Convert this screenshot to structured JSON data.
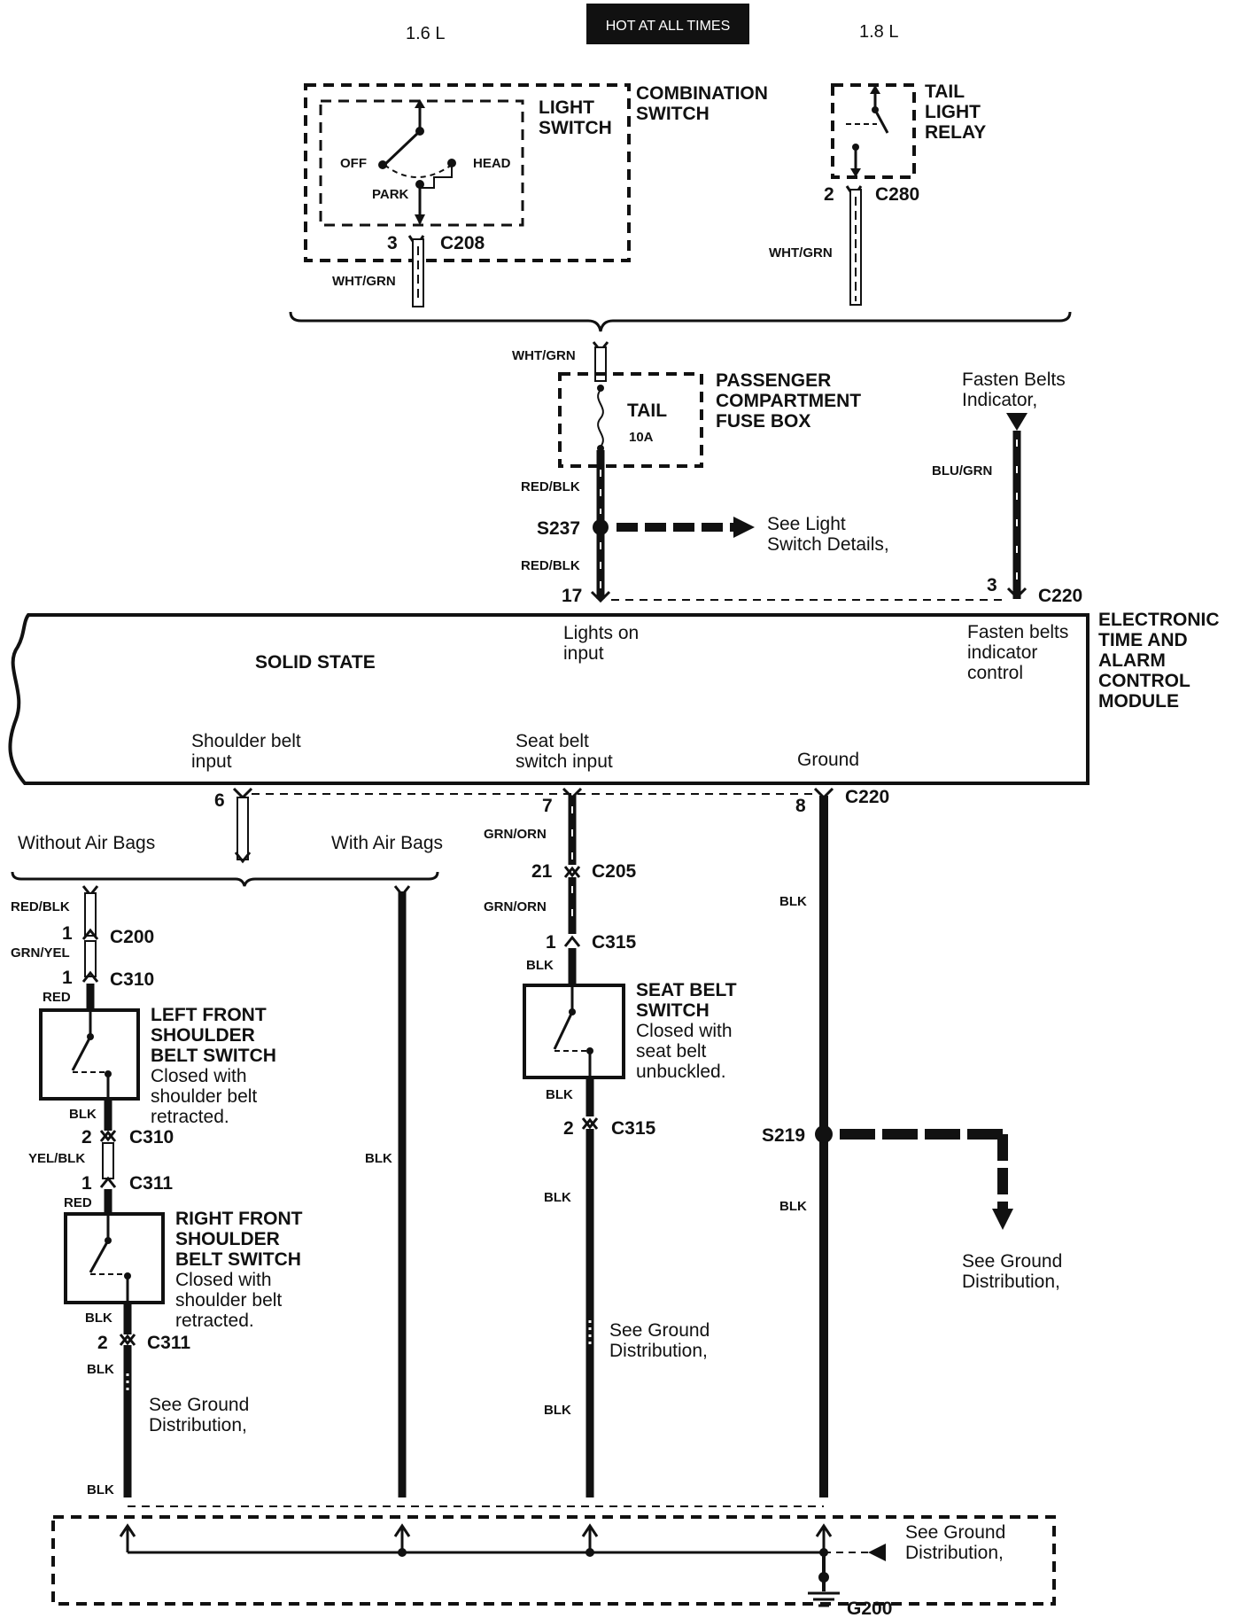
{
  "header": {
    "hot_label": "HOT AT ALL TIMES",
    "variant_left": "1.6 L",
    "variant_right": "1.8 L"
  },
  "combination_switch": {
    "title_line1": "COMBINATION",
    "title_line2": "SWITCH",
    "light_switch_line1": "LIGHT",
    "light_switch_line2": "SWITCH",
    "pos_off": "OFF",
    "pos_head": "HEAD",
    "pos_park": "PARK",
    "pin": "3",
    "connector": "C208",
    "wire_color": "WHT/GRN"
  },
  "tail_light_relay": {
    "title_line1": "TAIL",
    "title_line2": "LIGHT",
    "title_line3": "RELAY",
    "pin": "2",
    "connector": "C280",
    "wire_color": "WHT/GRN"
  },
  "fuse_box": {
    "input_wire": "WHT/GRN",
    "fuse_name": "TAIL",
    "fuse_rating": "10A",
    "title_line1": "PASSENGER",
    "title_line2": "COMPARTMENT",
    "title_line3": "FUSE BOX",
    "output_wire": "RED/BLK",
    "splice": "S237",
    "splice_ref_line1": "See Light",
    "splice_ref_line2": "Switch Details,",
    "wire_after_splice": "RED/BLK",
    "pin": "17"
  },
  "fasten_belts": {
    "label_line1": "Fasten Belts",
    "label_line2": "Indicator,",
    "wire_color": "BLU/GRN",
    "pin": "3",
    "connector": "C220"
  },
  "module": {
    "title_line1": "ELECTRONIC",
    "title_line2": "TIME AND",
    "title_line3": "ALARM",
    "title_line4": "CONTROL",
    "title_line5": "MODULE",
    "solid_state": "SOLID STATE",
    "lights_on_line1": "Lights on",
    "lights_on_line2": "input",
    "fasten_ctrl_line1": "Fasten belts",
    "fasten_ctrl_line2": "indicator",
    "fasten_ctrl_line3": "control",
    "shoulder_line1": "Shoulder belt",
    "shoulder_line2": "input",
    "seatbelt_line1": "Seat belt",
    "seatbelt_line2": "switch input",
    "ground": "Ground"
  },
  "shoulder_circuit": {
    "pin": "6",
    "without_airbags": "Without Air Bags",
    "with_airbags": "With Air Bags",
    "wire_red_blk": "RED/BLK",
    "c200_pin": "1",
    "c200": "C200",
    "wire_grn_yel": "GRN/YEL",
    "c310_pin_in": "1",
    "c310": "C310",
    "wire_red_1": "RED",
    "left_title_line1": "LEFT FRONT",
    "left_title_line2": "SHOULDER",
    "left_title_line3": "BELT SWITCH",
    "left_desc_line1": "Closed with",
    "left_desc_line2": "shoulder belt",
    "left_desc_line3": "retracted.",
    "wire_blk_1": "BLK",
    "c310_pin_out": "2",
    "c310_out": "C310",
    "wire_yel_blk": "YEL/BLK",
    "c311_pin_in": "1",
    "c311": "C311",
    "wire_red_2": "RED",
    "right_title_line1": "RIGHT FRONT",
    "right_title_line2": "SHOULDER",
    "right_title_line3": "BELT SWITCH",
    "right_desc_line1": "Closed with",
    "right_desc_line2": "shoulder belt",
    "right_desc_line3": "retracted.",
    "wire_blk_2": "BLK",
    "c311_pin_out": "2",
    "c311_out": "C311",
    "wire_blk_3": "BLK",
    "ground_ref_line1": "See Ground",
    "ground_ref_line2": "Distribution,",
    "wire_blk_4": "BLK",
    "airbag_wire": "BLK"
  },
  "seatbelt_circuit": {
    "pin": "7",
    "wire_grn_orn_1": "GRN/ORN",
    "c205_pin": "21",
    "c205": "C205",
    "wire_grn_orn_2": "GRN/ORN",
    "c315_pin_in": "1",
    "c315": "C315",
    "wire_blk_in": "BLK",
    "title_line1": "SEAT BELT",
    "title_line2": "SWITCH",
    "desc_line1": "Closed with",
    "desc_line2": "seat belt",
    "desc_line3": "unbuckled.",
    "wire_blk_out": "BLK",
    "c315_pin_out": "2",
    "c315_out": "C315",
    "wire_blk_1": "BLK",
    "ground_ref_line1": "See Ground",
    "ground_ref_line2": "Distribution,",
    "wire_blk_2": "BLK"
  },
  "ground_circuit": {
    "pin": "8",
    "connector": "C220",
    "wire_blk_1": "BLK",
    "splice": "S219",
    "wire_blk_2": "BLK",
    "ref_line1": "See Ground",
    "ref_line2": "Distribution,"
  },
  "ground_bus": {
    "ref_line1": "See Ground",
    "ref_line2": "Distribution,",
    "ground_point": "G200"
  }
}
